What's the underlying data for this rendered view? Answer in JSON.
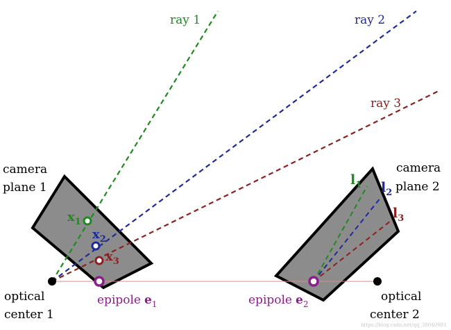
{
  "rays": [
    {
      "label": "ray 1",
      "color": "#1e8a1e"
    },
    {
      "label": "ray 2",
      "color": "#1e2a9a"
    },
    {
      "label": "ray 3",
      "color": "#8b2020"
    }
  ],
  "camera_plane_1": {
    "line1": "camera",
    "line2": "plane 1"
  },
  "camera_plane_2": {
    "line1": "camera",
    "line2": "plane 2"
  },
  "points": {
    "x1": {
      "base": "x",
      "sub": "1",
      "color": "#1e8a1e"
    },
    "x2": {
      "base": "x",
      "sub": "2",
      "color": "#1e2a9a"
    },
    "x3": {
      "base": "x",
      "sub": "3",
      "color": "#8b2020"
    }
  },
  "epipolar_lines": {
    "l1": {
      "base": "l",
      "sub": "1",
      "color": "#1e8a1e"
    },
    "l2": {
      "base": "l",
      "sub": "2",
      "color": "#1e2a9a"
    },
    "l3": {
      "base": "l",
      "sub": "3",
      "color": "#8b2020"
    }
  },
  "epipole_1": {
    "word": "epipole",
    "base": "e",
    "sub": "1",
    "color": "#8a1e8a"
  },
  "epipole_2": {
    "word": "epipole",
    "base": "e",
    "sub": "2",
    "color": "#8a1e8a"
  },
  "optical_center_1": {
    "line1": "optical",
    "line2": "center 1"
  },
  "optical_center_2": {
    "line1": "optical",
    "line2": "center 2"
  },
  "watermark": "https://blog.csdn.net/qq_39040981",
  "colors": {
    "plane_fill": "#8c8c8c",
    "outline": "#000000",
    "baseline": "#e08a8a"
  }
}
